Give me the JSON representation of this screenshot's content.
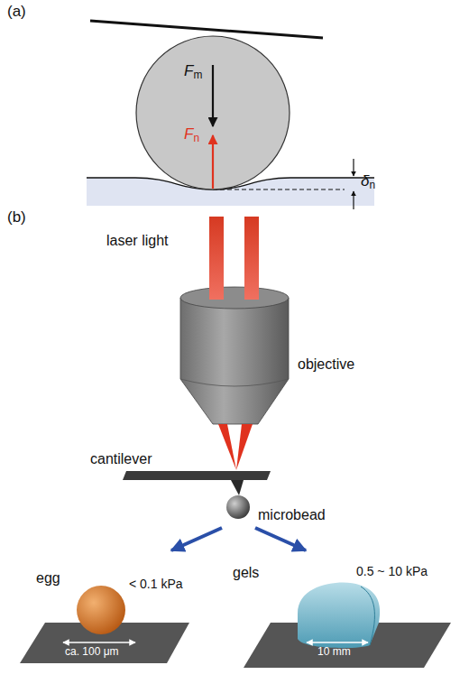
{
  "diagram": {
    "labels": [
      "(a)",
      "Fm",
      "Fn",
      "δn",
      "(b)",
      "laser light",
      "objective",
      "cantilever",
      "microbead",
      "egg",
      "< 0.1 kPa",
      "ca. 100 μm",
      "gels",
      "0.5 ~ 10 kPa",
      "10 mm"
    ]
  }
}
